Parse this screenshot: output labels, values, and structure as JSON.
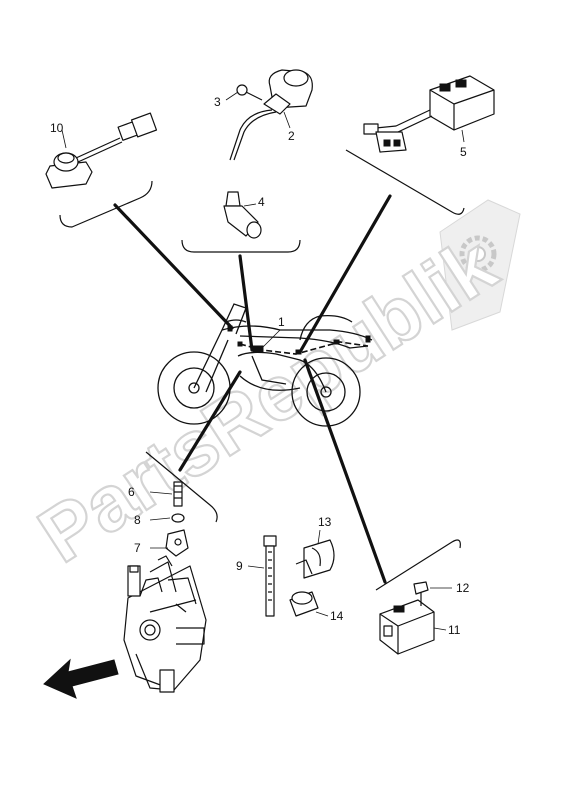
{
  "watermark": {
    "text": "PartsRepublik",
    "gear": "gear-icon"
  },
  "direction": {
    "arrow": "front-arrow-icon"
  },
  "callouts": {
    "c1": "1",
    "c2": "2",
    "c3": "3",
    "c4": "4",
    "c5": "5",
    "c6": "6",
    "c7": "7",
    "c8": "8",
    "c9": "9",
    "c10": "10",
    "c11": "11",
    "c12": "12",
    "c13": "13",
    "c14": "14"
  },
  "colors": {
    "line": "#111111",
    "watermark": "#d4d4d4",
    "background": "#ffffff"
  }
}
